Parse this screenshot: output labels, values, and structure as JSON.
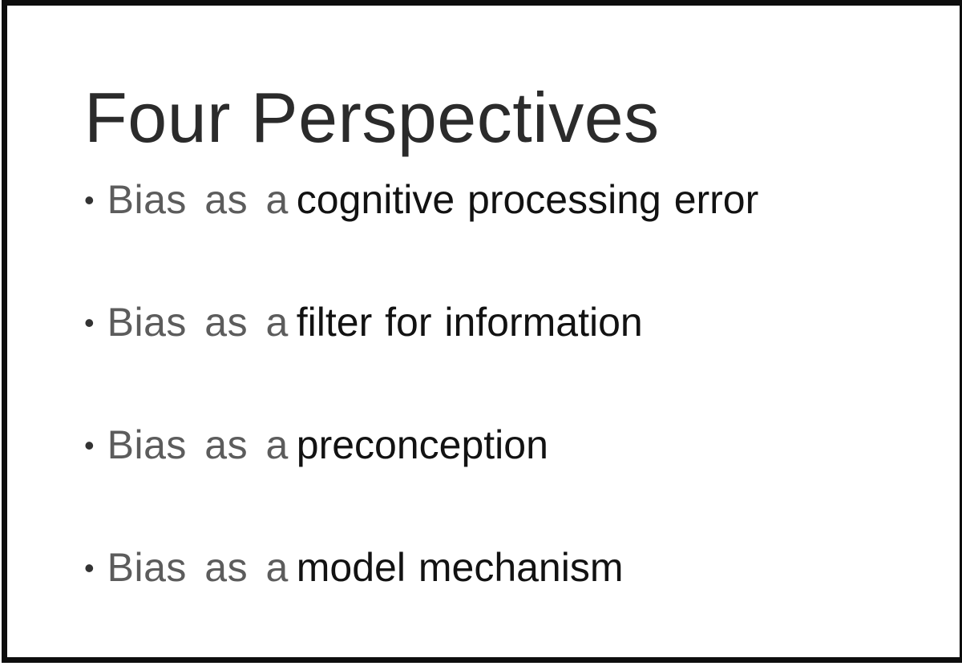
{
  "slide": {
    "title": "Four Perspectives",
    "bullet_glyph": "•",
    "bullets": [
      {
        "prefix": "Bias as a",
        "emphasis": "cognitive processing error"
      },
      {
        "prefix": "Bias as a",
        "emphasis": "filter for information"
      },
      {
        "prefix": "Bias as a",
        "emphasis": "preconception"
      },
      {
        "prefix": "Bias as a",
        "emphasis": "model mechanism"
      }
    ],
    "colors": {
      "background": "#ffffff",
      "frame_border": "#0d0d0d",
      "title_text": "#2b2b2b",
      "prefix_text": "#5c5c5c",
      "emphasis_text": "#121212"
    }
  }
}
